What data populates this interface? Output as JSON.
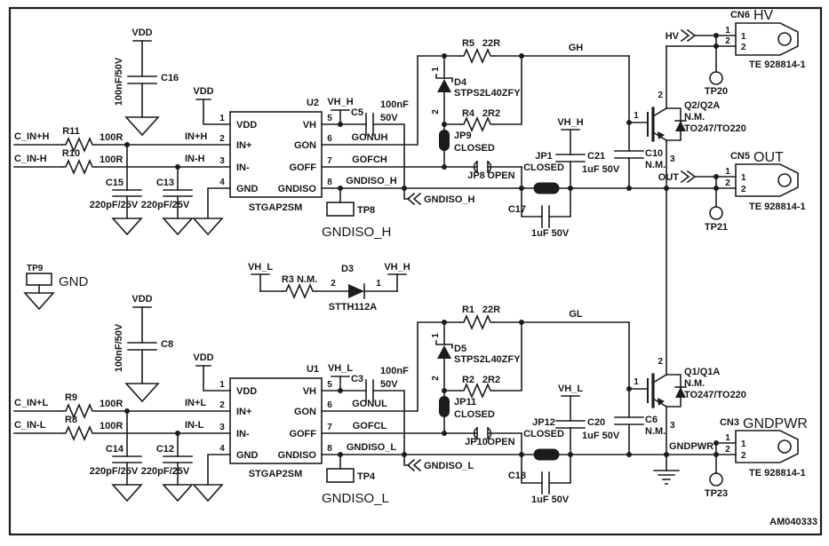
{
  "page": {
    "code": "AM040333"
  },
  "colors": {
    "line": "#1c1c1c",
    "bg": "#ffffff"
  },
  "pins": {
    "p1": "1",
    "p2": "2",
    "p3": "3",
    "p4": "4",
    "p5": "5",
    "p6": "6",
    "p7": "7",
    "p8": "8"
  },
  "nets": {
    "vdd": "VDD",
    "gnd": "GND",
    "vh_h": "VH_H",
    "vh_l": "VH_L",
    "c_in_p_h": "C_IN+H",
    "c_in_n_h": "C_IN-H",
    "in_p_h": "IN+H",
    "in_n_h": "IN-H",
    "c_in_p_l": "C_IN+L",
    "c_in_n_l": "C_IN-L",
    "in_p_l": "IN+L",
    "in_n_l": "IN-L",
    "gonuh": "GONUH",
    "gofch": "GOFCH",
    "gndiso_h": "GNDISO_H",
    "gh": "GH",
    "hv": "HV",
    "out": "OUT",
    "gonul": "GONUL",
    "gofcl": "GOFCL",
    "gndiso_l": "GNDISO_L",
    "gl": "GL",
    "gndpwr": "GNDPWR"
  },
  "ics": {
    "u2": "U2",
    "u1": "U1",
    "part": "STGAP2SM",
    "names": {
      "vdd": "VDD",
      "inp": "IN+",
      "inn": "IN-",
      "gnd": "GND",
      "vh": "VH",
      "gon": "GON",
      "goff": "GOFF",
      "gndiso": "GNDISO"
    }
  },
  "resistors": {
    "r11": {
      "ref": "R11",
      "val": "100R"
    },
    "r10": {
      "ref": "R10",
      "val": "100R"
    },
    "r9": {
      "ref": "R9",
      "val": "100R"
    },
    "r8": {
      "ref": "R8",
      "val": "100R"
    },
    "r5": {
      "ref": "R5",
      "val": "22R"
    },
    "r1": {
      "ref": "R1",
      "val": "22R"
    },
    "r4": {
      "ref": "R4",
      "val": "2R2"
    },
    "r2": {
      "ref": "R2",
      "val": "2R2"
    },
    "r3": {
      "label": "R3 N.M."
    }
  },
  "capacitors": {
    "c16": {
      "ref": "C16",
      "val": "100nF/50V"
    },
    "c8": {
      "ref": "C8",
      "val": "100nF/50V"
    },
    "c15": {
      "ref": "C15",
      "val": "220pF/25V"
    },
    "c13": {
      "ref": "C13",
      "val": "220pF/25V"
    },
    "c14": {
      "ref": "C14",
      "val": "220pF/25V"
    },
    "c12": {
      "ref": "C12",
      "val": "220pF/25V"
    },
    "c5": {
      "ref": "C5",
      "val1": "100nF",
      "val2": "50V"
    },
    "c3": {
      "ref": "C3",
      "val1": "100nF",
      "val2": "50V"
    },
    "c21": {
      "ref": "C21",
      "val": "1uF 50V"
    },
    "c17": {
      "ref": "C17",
      "val": "1uF 50V"
    },
    "c20": {
      "ref": "C20",
      "val": "1uF 50V"
    },
    "c18": {
      "ref": "C18",
      "val": "1uF 50V"
    },
    "c10": {
      "ref": "C10",
      "val": "N.M."
    },
    "c6": {
      "ref": "C6",
      "val": "N.M."
    }
  },
  "diodes": {
    "d4": {
      "ref": "D4",
      "part": "STPS2L40ZFY"
    },
    "d5": {
      "ref": "D5",
      "part": "STPS2L40ZFY"
    },
    "d3": {
      "ref": "D3",
      "part": "STTH112A"
    }
  },
  "jumpers": {
    "jp9": {
      "ref": "JP9",
      "state": "CLOSED"
    },
    "jp8": {
      "ref": "JP8",
      "state": "OPEN"
    },
    "jp1": {
      "ref": "JP1",
      "state": "CLOSED"
    },
    "jp11": {
      "ref": "JP11",
      "state": "CLOSED"
    },
    "jp10": {
      "ref": "JP10",
      "state": "OPEN"
    },
    "jp12": {
      "ref": "JP12",
      "state": "CLOSED"
    }
  },
  "transistors": {
    "q2": {
      "ref": "Q2/Q2A",
      "nm": "N.M.",
      "pkg": "TO247/TO220"
    },
    "q1": {
      "ref": "Q1/Q1A",
      "nm": "N.M.",
      "pkg": "TO247/TO220"
    }
  },
  "connectors": {
    "cn6": {
      "ref": "CN6",
      "label": "HV"
    },
    "cn5": {
      "ref": "CN5",
      "label": "OUT"
    },
    "cn3": {
      "ref": "CN3",
      "label": "GNDPWR"
    },
    "part": "TE 928814-1"
  },
  "testpoints": {
    "tp8": "TP8",
    "tp4": "TP4",
    "tp9": "TP9",
    "tp20": "TP20",
    "tp21": "TP21",
    "tp23": "TP23"
  }
}
